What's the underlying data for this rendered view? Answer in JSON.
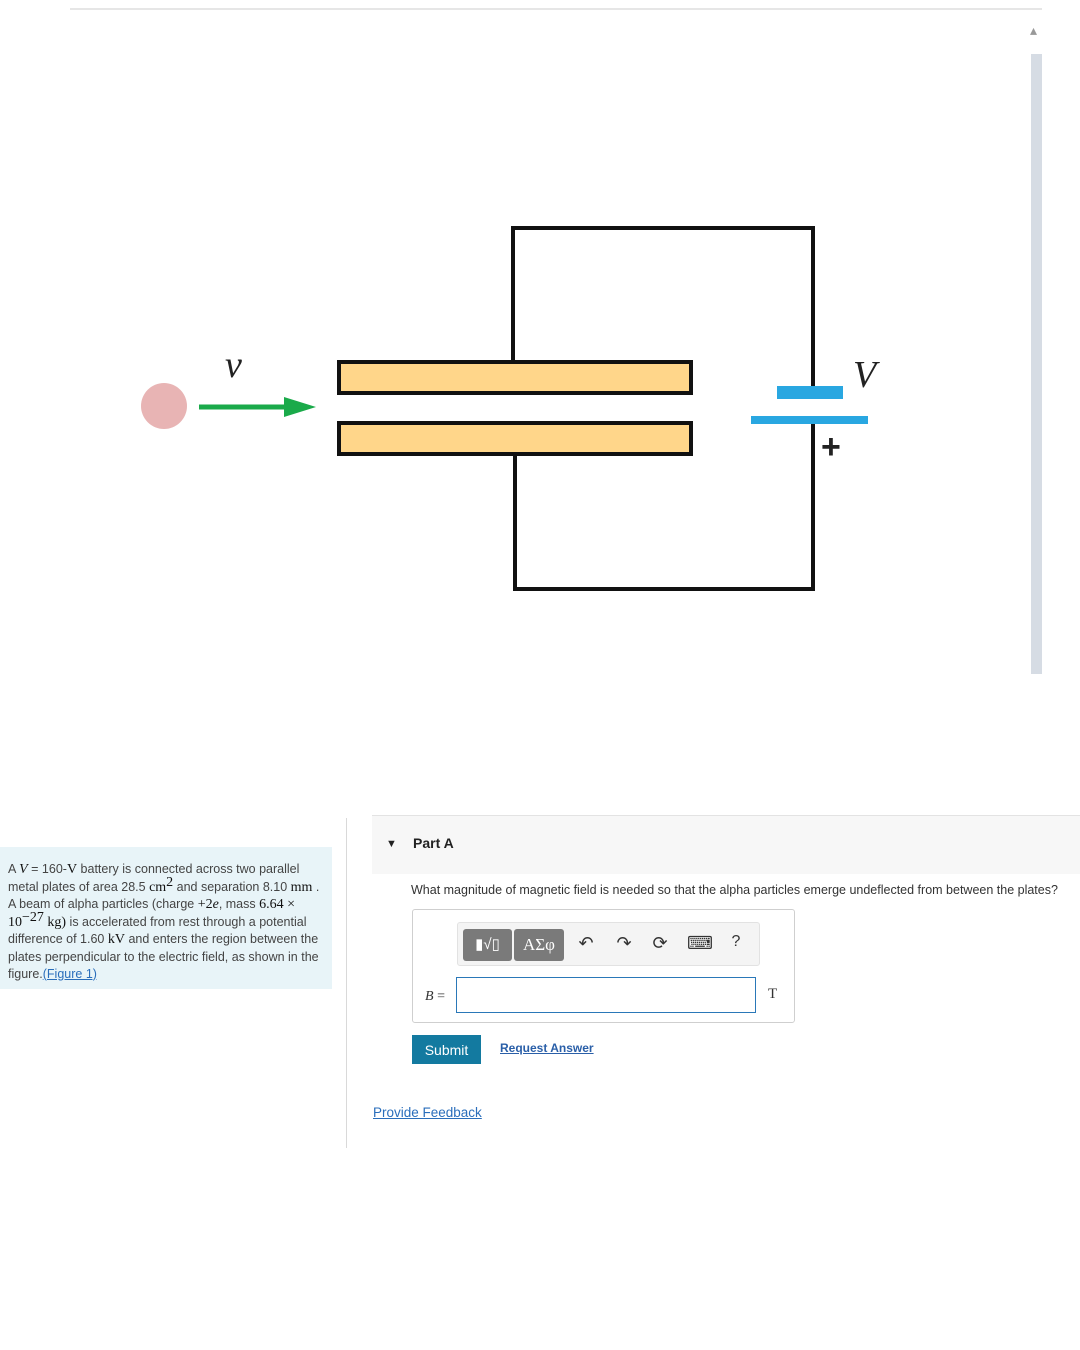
{
  "figure": {
    "velocity_label": "v",
    "voltage_label": "V",
    "plus_sign": "+",
    "plate_color": "#ffd68a",
    "arrow_color": "#1aaa4a",
    "particle_color": "#e8b4b4",
    "battery_color": "#29a7e1"
  },
  "problem": {
    "t_a": "A ",
    "V_var": "V",
    "t_b": " = 160-",
    "V_unit": "V",
    "t_c": " battery is connected across two parallel metal plates of area 28.5 ",
    "cm": "cm",
    "cm_exp": "2",
    "t_d": " and separation 8.10 ",
    "mm": "mm",
    "t_e": " . A beam of alpha particles (charge ",
    "charge": "+2",
    "e_var": "e",
    "t_f": ", mass ",
    "mass": "6.64 × 10",
    "mass_exp": "−27",
    "kg": " kg)",
    "t_g": " is accelerated from rest through a potential difference of 1.60 ",
    "kV": "kV",
    "t_h": " and enters the region between the plates perpendicular to the electric field, as shown in the figure.",
    "figure_link": "(Figure 1)"
  },
  "part": {
    "title": "Part A",
    "question": "What magnitude of magnetic field is needed so that the alpha particles emerge undeflected from between the plates?",
    "answer_var": "B",
    "equals": " =",
    "answer_value": "",
    "unit": "T",
    "toolbar": {
      "templates_glyph": "▮√▯",
      "symbols_label": "ΑΣφ",
      "undo_glyph": "↶",
      "redo_glyph": "↷",
      "reset_glyph": "⟳",
      "keyboard_glyph": "⌨",
      "help_glyph": "?"
    },
    "submit_label": "Submit",
    "request_answer_label": "Request Answer"
  },
  "feedback_label": "Provide Feedback"
}
